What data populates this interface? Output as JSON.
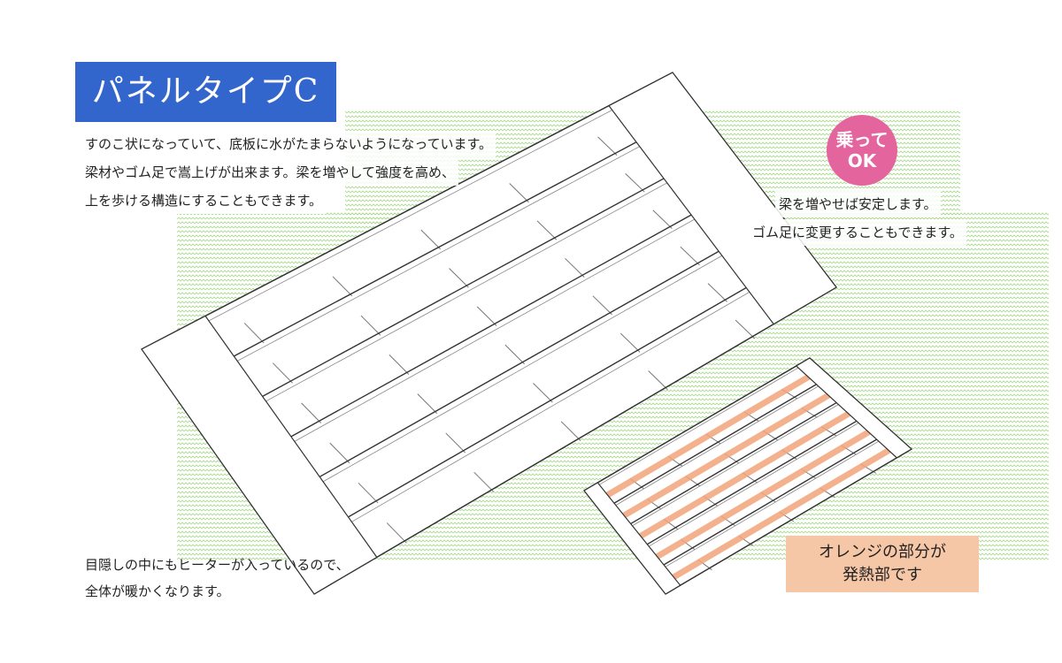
{
  "title": "パネルタイプC",
  "description": [
    "すのこ状になっていて、底板に水がたまらないようになっています。",
    "梁材やゴム足で嵩上げが出来ます。梁を増やして強度を高め、",
    "上を歩ける構造にすることもできます。"
  ],
  "badge": {
    "line1": "乗って",
    "line2": "OK",
    "color": "#e4649e"
  },
  "beam_note": [
    "梁を増やせば安定します。",
    "ゴム足に変更することもできます。"
  ],
  "heater_note": [
    "目隠しの中にもヒーターが入っているので、",
    "全体が暖かくなります。"
  ],
  "heating_note": {
    "line1": "オレンジの部分が",
    "line2": "発熱部です",
    "color": "#f6c7a6"
  },
  "colors": {
    "title_bg": "#3366cc",
    "pattern": "#a9d98c",
    "heater": "#f2a57a"
  }
}
